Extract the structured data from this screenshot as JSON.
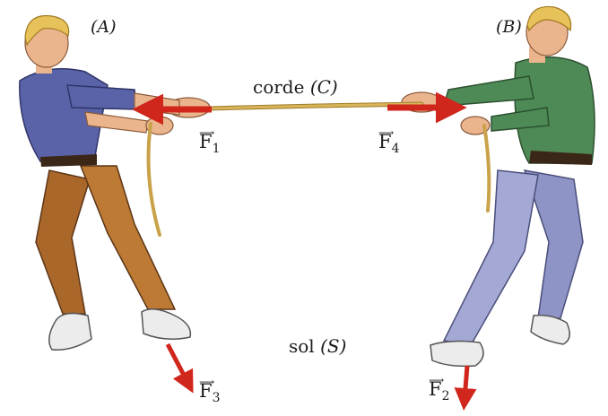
{
  "labels": {
    "person_a": "(A)",
    "person_b": "(B)",
    "rope": "corde",
    "rope_symbol": "(C)",
    "ground": "sol",
    "ground_symbol": "(S)"
  },
  "forces": [
    {
      "name": "F",
      "index": "1"
    },
    {
      "name": "F",
      "index": "4"
    },
    {
      "name": "F",
      "index": "3"
    },
    {
      "name": "F",
      "index": "2"
    }
  ],
  "colors": {
    "arrow": "#d0261c",
    "rope": "#d8b45a",
    "shirt_a": "#5a63a8",
    "pants_a": "#b8732f",
    "shirt_b": "#4e8a55",
    "pants_b": "#9da2cf",
    "hair": "#e7c25a",
    "skin": "#eab58d"
  }
}
